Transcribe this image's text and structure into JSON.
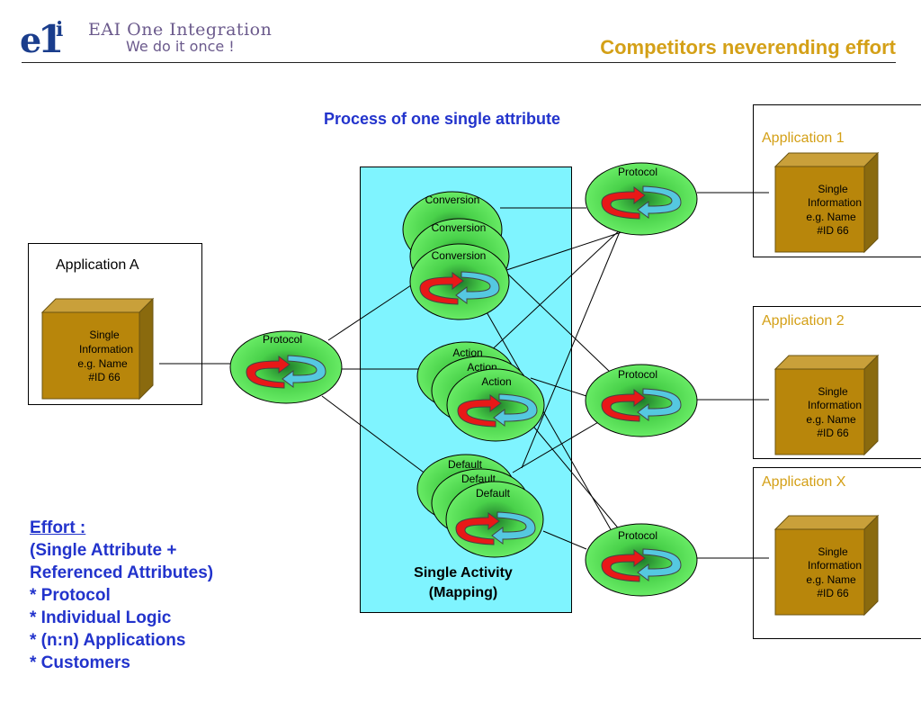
{
  "header": {
    "logo_title": "EAI One Integration",
    "logo_tagline": "We do it once !",
    "slide_title": "Competitors neverending effort"
  },
  "process_title": "Process of one single attribute",
  "applications": {
    "app_a": {
      "title": "Application A",
      "info_lines": [
        "Single",
        "Information",
        "e.g. Name",
        "#ID 66"
      ]
    },
    "app_1": {
      "title": "Application 1",
      "info_lines": [
        "Single",
        "Information",
        "e.g. Name",
        "#ID 66"
      ]
    },
    "app_2": {
      "title": "Application 2",
      "info_lines": [
        "Single",
        "Information",
        "e.g. Name",
        "#ID 66"
      ]
    },
    "app_x": {
      "title": "Application X",
      "info_lines": [
        "Single",
        "Information",
        "e.g. Name",
        "#ID 66"
      ]
    }
  },
  "nodes": {
    "protocol_label": "Protocol",
    "conversion_label": "Conversion",
    "action_label": "Action",
    "default_label": "Default"
  },
  "mapping": {
    "line1": "Single Activity",
    "line2": "(Mapping)"
  },
  "effort": {
    "title": "Effort :",
    "lines": [
      "(Single Attribute +",
      "Referenced Attributes)",
      "* Protocol",
      "* Individual Logic",
      "* (n:n) Applications",
      "* Customers"
    ]
  },
  "colors": {
    "title_orange": "#d4a017",
    "text_blue": "#2233cc",
    "mapping_cyan": "#7ff4ff",
    "node_green": "#5de85d",
    "cube_gold": "#b8860b",
    "arrow_red": "#e81818",
    "arrow_cyan": "#55c8e0"
  }
}
